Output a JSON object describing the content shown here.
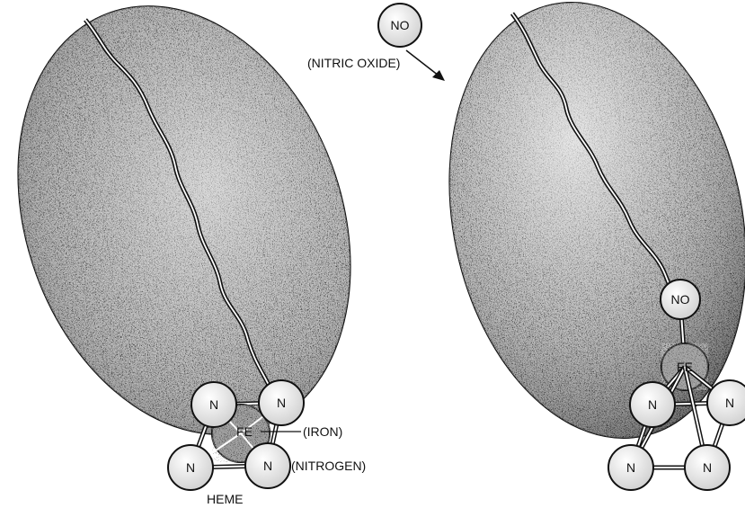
{
  "molecule": {
    "formula": "NO",
    "name": "(NITRIC OXIDE)"
  },
  "left_panel": {
    "heme_label": "HEME",
    "iron_symbol": "FE",
    "iron_name": "(IRON)",
    "nitrogen_name": "(NITROGEN)",
    "nitrogen_symbols": [
      "N",
      "N",
      "N",
      "N"
    ]
  },
  "right_panel": {
    "bound_ligand": "NO",
    "iron_symbol": "FE",
    "nitrogen_symbols": [
      "N",
      "N",
      "N",
      "N"
    ]
  },
  "colors": {
    "stipple_dark": "#1a1a1a",
    "stipple_light": "#ffffff",
    "atom_fill": "#f2f2f2",
    "outline": "#111111"
  }
}
